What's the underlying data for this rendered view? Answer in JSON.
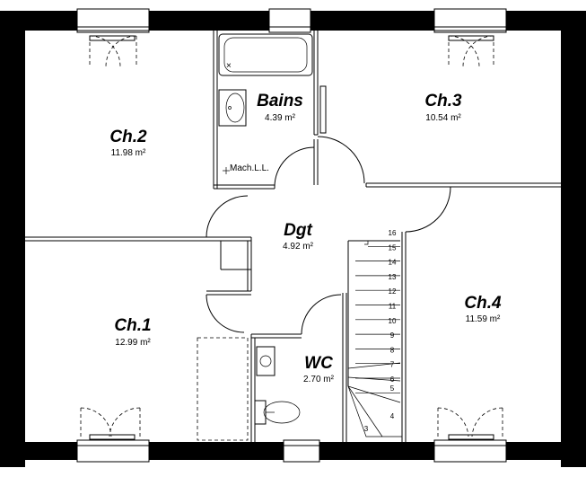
{
  "rooms": {
    "ch2": {
      "name": "Ch.2",
      "area": "11.98 m²"
    },
    "bains": {
      "name": "Bains",
      "area": "4.39 m²"
    },
    "ch3": {
      "name": "Ch.3",
      "area": "10.54 m²"
    },
    "dgt": {
      "name": "Dgt",
      "area": "4.92 m²"
    },
    "ch1": {
      "name": "Ch.1",
      "area": "12.99 m²"
    },
    "wc": {
      "name": "WC",
      "area": "2.70 m²"
    },
    "ch4": {
      "name": "Ch.4",
      "area": "11.59 m²"
    }
  },
  "labels": {
    "mach": "Mach.L.L."
  },
  "stairs": {
    "steps": [
      "16",
      "15",
      "14",
      "13",
      "12",
      "11",
      "10",
      "9",
      "8",
      "7",
      "6",
      "5",
      "4",
      "3"
    ]
  }
}
